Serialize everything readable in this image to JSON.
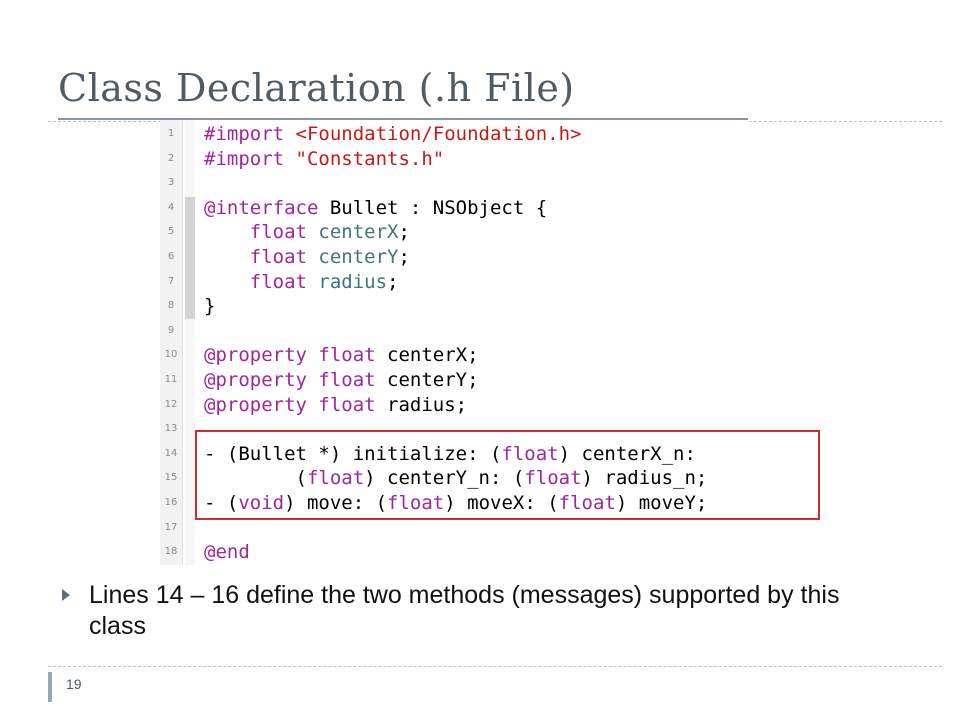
{
  "slide": {
    "title": "Class Declaration (.h File)",
    "page_number": "19"
  },
  "code": {
    "lines": [
      {
        "n": "1",
        "parts": [
          {
            "t": "#import ",
            "c": "kw"
          },
          {
            "t": "<Foundation/Foundation.h>",
            "c": "str"
          }
        ]
      },
      {
        "n": "2",
        "parts": [
          {
            "t": "#import ",
            "c": "kw"
          },
          {
            "t": "\"Constants.h\"",
            "c": "str"
          }
        ]
      },
      {
        "n": "3",
        "parts": []
      },
      {
        "n": "4",
        "parts": [
          {
            "t": "@interface",
            "c": "kw"
          },
          {
            "t": " Bullet : NSObject {",
            "c": ""
          }
        ]
      },
      {
        "n": "5",
        "parts": [
          {
            "t": "    ",
            "c": ""
          },
          {
            "t": "float",
            "c": "kw"
          },
          {
            "t": " centerX",
            "c": "ivar"
          },
          {
            "t": ";",
            "c": ""
          }
        ]
      },
      {
        "n": "6",
        "parts": [
          {
            "t": "    ",
            "c": ""
          },
          {
            "t": "float",
            "c": "kw"
          },
          {
            "t": " centerY",
            "c": "ivar"
          },
          {
            "t": ";",
            "c": ""
          }
        ]
      },
      {
        "n": "7",
        "parts": [
          {
            "t": "    ",
            "c": ""
          },
          {
            "t": "float",
            "c": "kw"
          },
          {
            "t": " radius",
            "c": "ivar"
          },
          {
            "t": ";",
            "c": ""
          }
        ]
      },
      {
        "n": "8",
        "parts": [
          {
            "t": "}",
            "c": ""
          }
        ]
      },
      {
        "n": "9",
        "parts": []
      },
      {
        "n": "10",
        "parts": [
          {
            "t": "@property",
            "c": "kw"
          },
          {
            "t": " ",
            "c": ""
          },
          {
            "t": "float",
            "c": "kw"
          },
          {
            "t": " centerX;",
            "c": ""
          }
        ]
      },
      {
        "n": "11",
        "parts": [
          {
            "t": "@property",
            "c": "kw"
          },
          {
            "t": " ",
            "c": ""
          },
          {
            "t": "float",
            "c": "kw"
          },
          {
            "t": " centerY;",
            "c": ""
          }
        ]
      },
      {
        "n": "12",
        "parts": [
          {
            "t": "@property",
            "c": "kw"
          },
          {
            "t": " ",
            "c": ""
          },
          {
            "t": "float",
            "c": "kw"
          },
          {
            "t": " radius;",
            "c": ""
          }
        ]
      },
      {
        "n": "13",
        "parts": []
      },
      {
        "n": "14",
        "parts": [
          {
            "t": "- (Bullet *) initialize: (",
            "c": ""
          },
          {
            "t": "float",
            "c": "kw"
          },
          {
            "t": ") centerX_n:",
            "c": ""
          }
        ]
      },
      {
        "n": "15",
        "parts": [
          {
            "t": "        (",
            "c": ""
          },
          {
            "t": "float",
            "c": "kw"
          },
          {
            "t": ") centerY_n: (",
            "c": ""
          },
          {
            "t": "float",
            "c": "kw"
          },
          {
            "t": ") radius_n;",
            "c": ""
          }
        ]
      },
      {
        "n": "16",
        "parts": [
          {
            "t": "- (",
            "c": ""
          },
          {
            "t": "void",
            "c": "kw"
          },
          {
            "t": ") move: (",
            "c": ""
          },
          {
            "t": "float",
            "c": "kw"
          },
          {
            "t": ") moveX: (",
            "c": ""
          },
          {
            "t": "float",
            "c": "kw"
          },
          {
            "t": ") moveY;",
            "c": ""
          }
        ]
      },
      {
        "n": "17",
        "parts": []
      },
      {
        "n": "18",
        "parts": [
          {
            "t": "@end",
            "c": "kw"
          }
        ]
      }
    ]
  },
  "bullet": {
    "text": "Lines 14 – 16 define the two methods (messages) supported by this class"
  },
  "colors": {
    "keyword": "#a0269e",
    "string": "#c41a16",
    "ivar": "#40747e",
    "highlight_border": "#d22b2b",
    "title": "#4f5b66"
  }
}
